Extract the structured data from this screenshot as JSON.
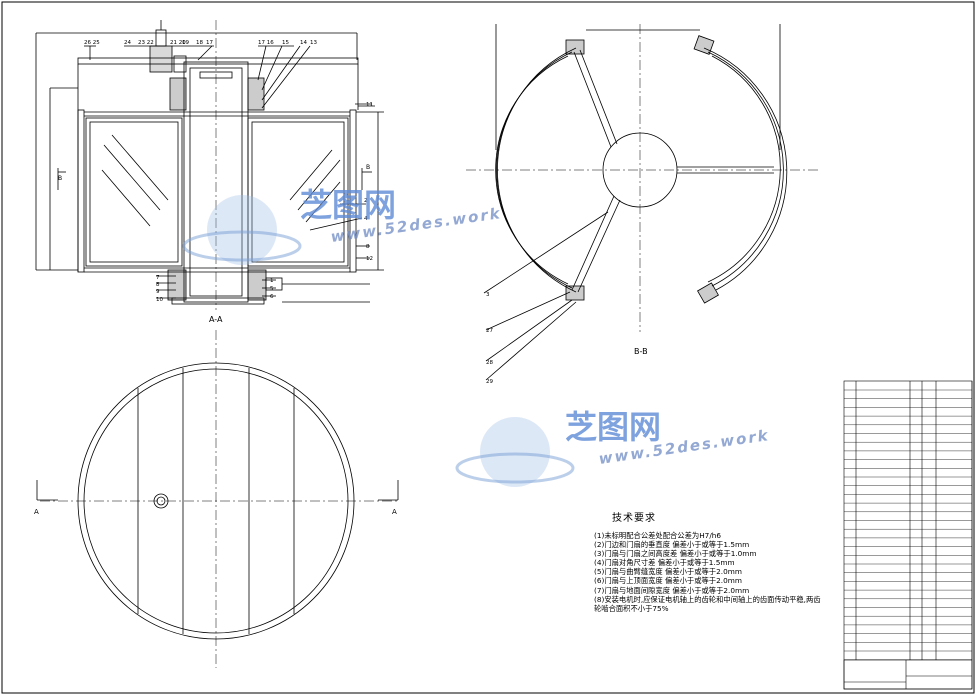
{
  "watermark": {
    "brand_cn": "芝图网",
    "brand_en": "www.52des.work"
  },
  "views": {
    "section_aa": "A-A",
    "section_bb": "B-B",
    "cut_letter_a": "A",
    "cut_letter_b": "B"
  },
  "leaders": {
    "aa_top": [
      "26 25",
      "24",
      "23 22",
      "21 20",
      "19",
      "18",
      "17",
      "17 16",
      "15",
      "14",
      "13"
    ],
    "aa_right": [
      "11",
      "2",
      "4",
      "8",
      "12"
    ],
    "aa_bottom_left": [
      "7",
      "8",
      "9",
      "10"
    ],
    "aa_bottom_right": [
      "1",
      "5",
      "6"
    ],
    "bb_left": [
      "3",
      "27",
      "28",
      "29"
    ]
  },
  "tech": {
    "title": "技术要求",
    "lines": [
      "(1)未标明配合公差处配合公差为H7/h6",
      "(2)门边和门扇的垂直度 偏差小于或等于1.5mm",
      "(3)门扇与门扇之间高度差 偏差小于或等于1.0mm",
      "(4)门扇对角尺寸差 偏差小于或等于1.5mm",
      "(5)门扇与曲臂缝宽度 偏差小于或等于2.0mm",
      "(6)门扇与上顶面宽度 偏差小于或等于2.0mm",
      "(7)门扇与地面间隙宽度 偏差小于或等于2.0mm",
      "(8)安装电机时,应保证电机轴上的齿轮和中间轴上的齿面传动平稳,两齿",
      "轮啮合面积不小于75%"
    ]
  }
}
